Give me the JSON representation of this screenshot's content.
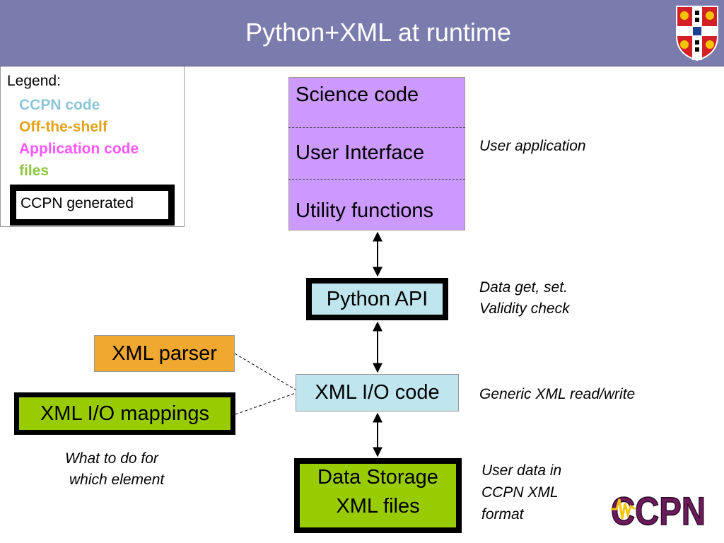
{
  "header": {
    "title": "Python+XML at runtime"
  },
  "legend": {
    "heading": "Legend:",
    "ccpn_code": "CCPN code",
    "off_the_shelf": "Off-the-shelf",
    "application_code": "Application code",
    "files": "files",
    "ccpn_generated": "CCPN generated"
  },
  "stack": {
    "science": "Science code",
    "ui": "User Interface",
    "utility": "Utility functions"
  },
  "boxes": {
    "python_api": "Python API",
    "xml_parser": "XML parser",
    "xml_io_code": "XML I/O code",
    "xml_io_mappings": "XML I/O mappings",
    "data_storage_line1": "Data Storage",
    "data_storage_line2": "XML files"
  },
  "notes": {
    "user_application": "User application",
    "api_line1": "Data get, set.",
    "api_line2": "Validity check",
    "generic_xml": "Generic XML read/write",
    "what_line1": "What to do for",
    "what_line2": "which element",
    "data_line1": "User data in",
    "data_line2": "CCPN XML",
    "data_line3": "format"
  },
  "logo": {
    "text": "CCPN"
  },
  "colors": {
    "header_bg": "#7b7cae",
    "ccpn_code": "#8cc6d6",
    "off_the_shelf": "#f0a830",
    "application_code": "#cc99ff",
    "files": "#99cc00"
  },
  "icons": {
    "crest": "university-crest-icon",
    "logo": "ccpn-logo"
  }
}
